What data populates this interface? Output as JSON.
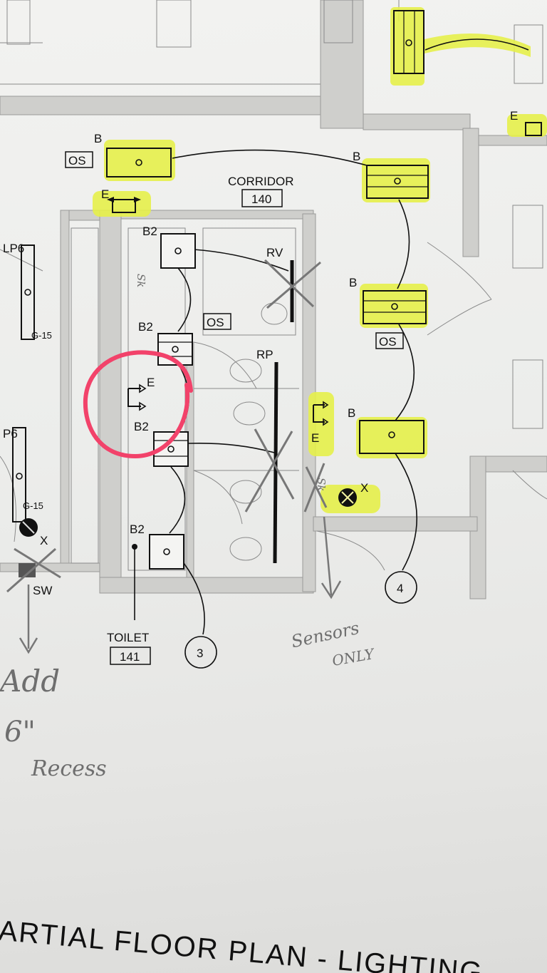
{
  "colors": {
    "highlight": "#e6f04a",
    "redline": "#f2426a",
    "pencil": "#6e6e6e",
    "ink": "#111111"
  },
  "rooms": {
    "corridor": {
      "name": "CORRIDOR",
      "number": "140"
    },
    "toilet": {
      "name": "TOILET",
      "number": "141"
    }
  },
  "labels": {
    "os": "OS",
    "b": "B",
    "b2": "B2",
    "e": "E",
    "rv": "RV",
    "rp": "RP",
    "lp6": "LP6",
    "p6": "P6",
    "g15": "G-15",
    "x": "X",
    "sw": "SW",
    "sk": "Sk"
  },
  "circuits": {
    "c3": "3",
    "c4": "4"
  },
  "annotations": {
    "sensors": "Sensors",
    "only": "ONLY",
    "add": "Add",
    "six": "6\"",
    "recess": "Recess"
  },
  "sheet_title": "ARTIAL FLOOR PLAN - LIGHTING"
}
